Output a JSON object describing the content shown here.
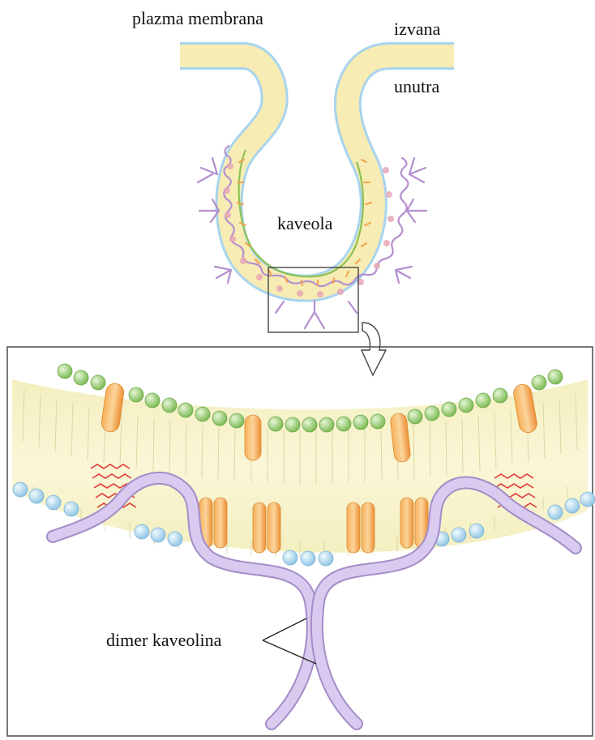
{
  "labels": {
    "plasma_membrane": "plazma membrana",
    "outside": "izvana",
    "inside": "unutra",
    "caveola": "kaveola",
    "caveolin_dimer": "dimer kaveolina"
  },
  "colors": {
    "membrane_fill": "#f7ecb4",
    "outer_line": "#9cc9e6",
    "inner_line": "#8cc152",
    "head_outer": "#9ed07a",
    "head_inner": "#bfe0f2",
    "protein_orange": "#f2a24c",
    "caveolin_purple": "#cdbbe2",
    "cholesterol_red": "#e03a3a",
    "frame": "#555555"
  }
}
